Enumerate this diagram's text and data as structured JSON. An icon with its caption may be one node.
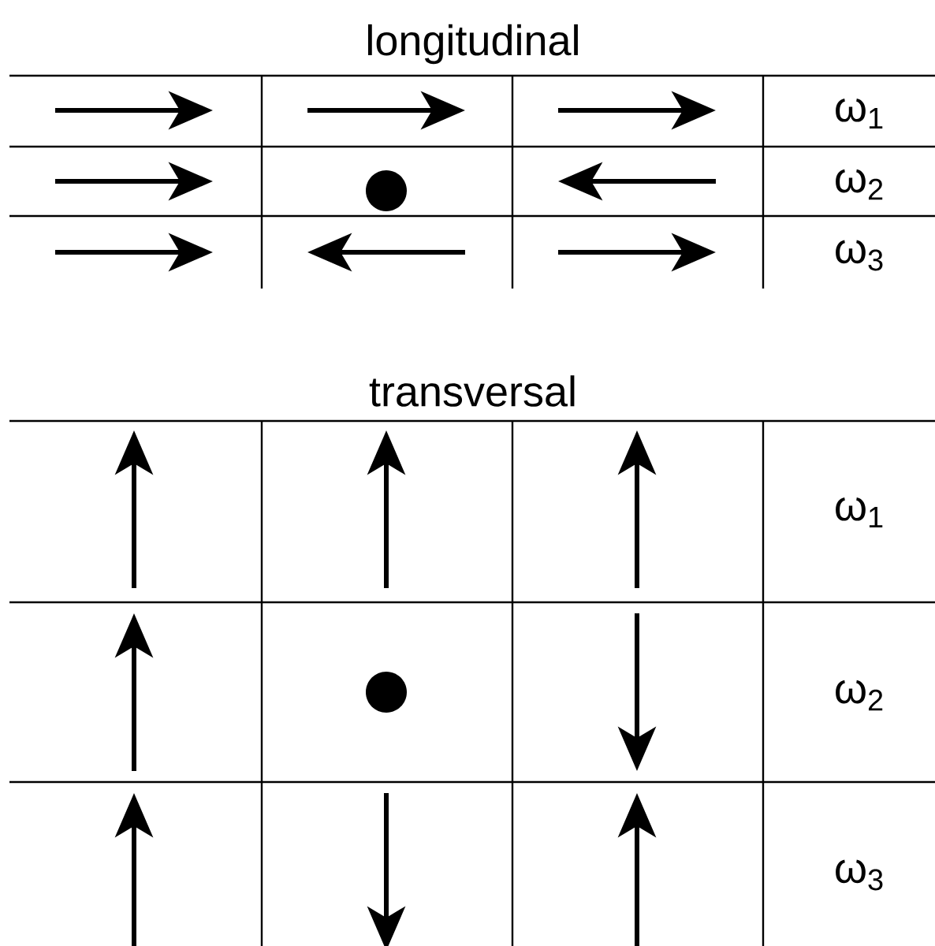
{
  "diagram": {
    "labels": [
      "longitudinal",
      "ω$_{1}$",
      "ω$_{2}$",
      "ω$_{3}$",
      "transversal",
      "ω$_{1}$",
      "ω$_{2}$",
      "ω$_{3}$"
    ]
  }
}
